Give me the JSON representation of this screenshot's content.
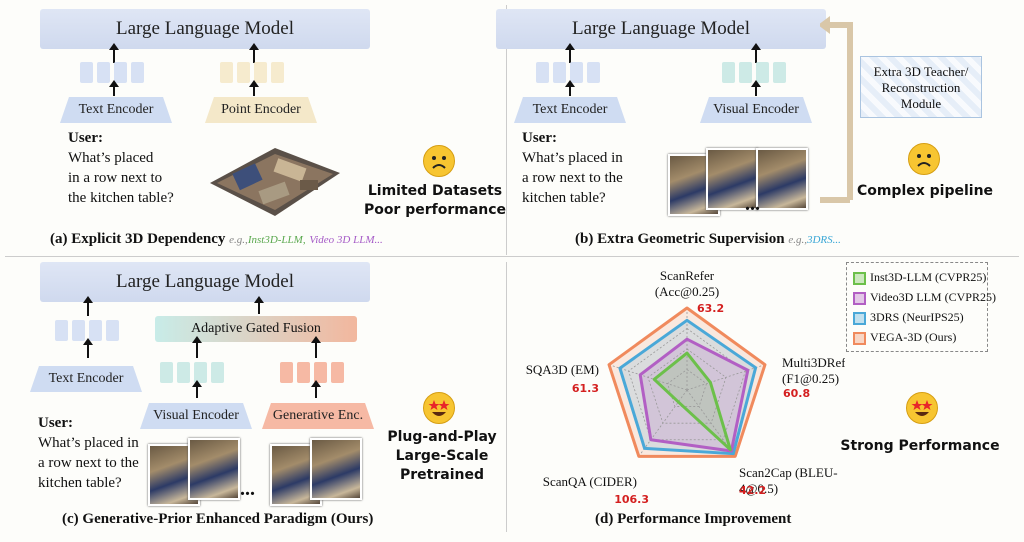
{
  "panel_a": {
    "llm": "Large Language Model",
    "text_encoder": "Text Encoder",
    "point_encoder": "Point Encoder",
    "user_label": "User:",
    "question": [
      "What’s placed",
      "in a row next to",
      "the kitchen table?"
    ],
    "verdict": [
      "Limited Datasets",
      "Poor performance"
    ],
    "caption": "(a) Explicit 3D Dependency",
    "eg_prefix": "e.g.,",
    "eg_1": "Inst3D-LLM,",
    "eg_2": "Video 3D LLM...",
    "colors": {
      "eg_1": "#5aa84e",
      "eg_2": "#a65cc7"
    }
  },
  "panel_b": {
    "llm": "Large Language Model",
    "text_encoder": "Text Encoder",
    "visual_encoder": "Visual Encoder",
    "teacher": [
      "Extra 3D Teacher/",
      "Reconstruction",
      "Module"
    ],
    "user_label": "User:",
    "question": [
      "What’s placed in",
      "a row next to the",
      "kitchen table?"
    ],
    "ellipsis": "...",
    "verdict": "Complex pipeline",
    "caption": "(b) Extra Geometric Supervision",
    "eg_prefix": "e.g.,",
    "eg_1": "3DRS...",
    "colors": {
      "eg_1": "#3aa7d6"
    }
  },
  "panel_c": {
    "llm": "Large Language Model",
    "fusion": "Adaptive Gated Fusion",
    "text_encoder": "Text Encoder",
    "visual_encoder": "Visual Encoder",
    "generative_encoder": "Generative Enc.",
    "user_label": "User:",
    "question": [
      "What’s placed in",
      "a row next to the",
      "kitchen table?"
    ],
    "ellipsis": "...",
    "verdict": [
      "Plug-and-Play",
      "Large-Scale Pretrained"
    ],
    "caption": "(c) Generative-Prior Enhanced Paradigm (Ours)"
  },
  "panel_d": {
    "caption": "(d) Performance Improvement",
    "verdict": "Strong Performance"
  },
  "chart_data": {
    "type": "radar",
    "axes": [
      {
        "label": [
          "ScanRefer",
          "(Acc@0.25)"
        ],
        "best": "63.2"
      },
      {
        "label": [
          "Multi3DRefer",
          "(F1@0.25)"
        ],
        "best": "60.8"
      },
      {
        "label": [
          "Scan2Cap (BLEU-",
          "4@0.5)"
        ],
        "best": "42.2"
      },
      {
        "label": [
          "ScanQA (CIDER)"
        ],
        "best": "106.3"
      },
      {
        "label": [
          "SQA3D (EM)"
        ],
        "best": "61.3"
      }
    ],
    "series": [
      {
        "name": "Inst3D-LLM (CVPR25)",
        "color": "#6cc04a",
        "values": [
          0.45,
          0.3,
          0.9,
          0.18,
          0.42
        ]
      },
      {
        "name": "Video3D LLM (CVPR25)",
        "color": "#b25fc4",
        "values": [
          0.62,
          0.78,
          0.92,
          0.75,
          0.6
        ]
      },
      {
        "name": "3DRS (NeurIPS25)",
        "color": "#4aa8d8",
        "values": [
          0.85,
          0.88,
          0.96,
          0.88,
          0.86
        ]
      },
      {
        "name": "VEGA-3D (Ours)",
        "color": "#f08a5d",
        "values": [
          1.0,
          1.0,
          1.0,
          1.0,
          1.0
        ]
      }
    ],
    "grid_levels": 4,
    "best_value_color": "#d42020"
  }
}
